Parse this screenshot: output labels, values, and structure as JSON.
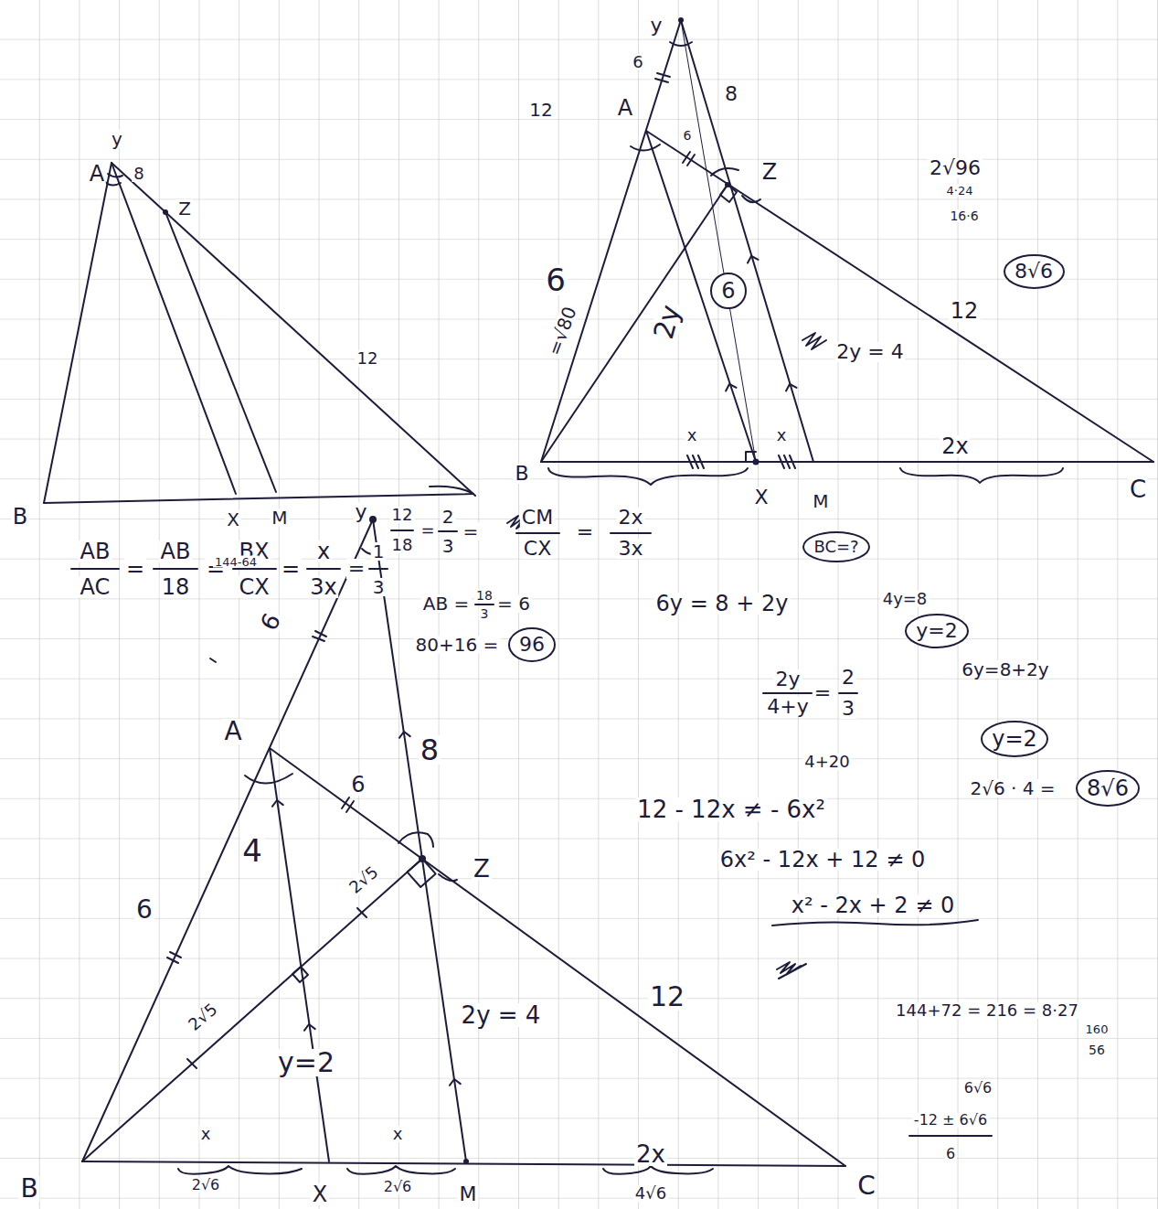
{
  "diagram": {
    "nodes": [
      {
        "text": [
          "8√6"
        ]
      },
      {
        "text": [
          "6"
        ]
      },
      {
        "text": [
          "BC=?"
        ]
      },
      {
        "text": [
          "y=2"
        ]
      },
      {
        "text": [
          "96"
        ]
      },
      {
        "text": [
          "y=2"
        ]
      },
      {
        "text": [
          "8√6"
        ]
      }
    ],
    "labels": [
      "y",
      "A",
      "8",
      "Z",
      "12",
      "B",
      "X",
      "M",
      "y",
      "6",
      "12",
      "A",
      "8",
      "6",
      "Z",
      "2√96",
      "4·24",
      "16·6",
      "6",
      "=√80",
      "2y",
      "12",
      "2y = 4",
      "x",
      "x",
      "2x",
      "B",
      "X",
      "M",
      "C",
      "AB",
      "AC",
      "=",
      "AB",
      "18",
      "=",
      "BX",
      "CX",
      "=",
      "x",
      "3x",
      "=",
      "1",
      "3",
      "y",
      "12",
      "18",
      "=",
      "2",
      "3",
      "=",
      "CM",
      "CX",
      "=",
      "2x",
      "3x",
      "144-64",
      "AB =",
      "18",
      "3",
      "= 6",
      "80+16 =",
      "6y = 8 + 2y",
      "4y=8",
      "2y",
      "4+y",
      "=",
      "2",
      "3",
      "6y=8+2y",
      "4+20",
      "2√6 · 4 =",
      "12 - 12x ≠ - 6x²",
      "6x² - 12x + 12 ≠ 0",
      "x² - 2x + 2 ≠ 0",
      "144+72 = 216 = 8·27",
      "160",
      "56",
      "6√6",
      "-12 ± 6√6",
      "6",
      "6",
      "A",
      "8",
      "6",
      "Z",
      "6",
      "4",
      "2√5",
      "2√5",
      "12",
      "y=2",
      "2y = 4",
      "B",
      "x",
      "2√6",
      "X",
      "x",
      "2√6",
      "M",
      "2x",
      "4√6",
      "C"
    ]
  }
}
